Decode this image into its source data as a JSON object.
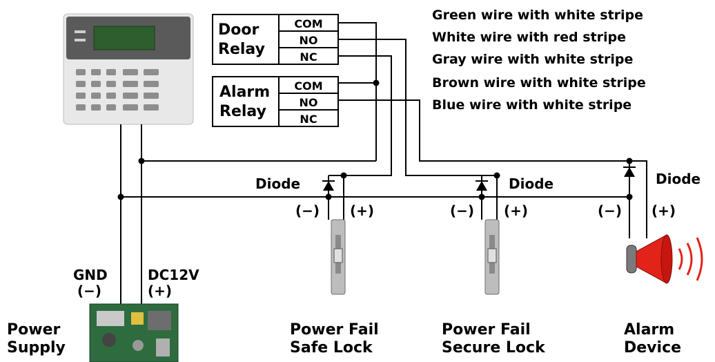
{
  "relays": {
    "door": {
      "title_line1": "Door",
      "title_line2": "Relay",
      "com": "COM",
      "no": "NO",
      "nc": "NC"
    },
    "alarm": {
      "title_line1": "Alarm",
      "title_line2": "Relay",
      "com": "COM",
      "no": "NO",
      "nc": "NC"
    }
  },
  "legend": [
    "Green wire with white stripe",
    "White wire with red stripe",
    "Gray wire with white stripe",
    "Brown wire with white stripe",
    "Blue wire with white stripe"
  ],
  "diode_labels": {
    "safe": "Diode",
    "secure": "Diode",
    "alarm": "Diode"
  },
  "polarity": {
    "minus": "(−)",
    "plus": "(+)"
  },
  "power_terminals": {
    "gnd": "GND",
    "gnd_sign": "(−)",
    "dc": "DC12V",
    "dc_sign": "(+)"
  },
  "devices": {
    "power_supply": {
      "line1": "Power",
      "line2": "Supply"
    },
    "safe_lock": {
      "line1": "Power Fail",
      "line2": "Safe Lock"
    },
    "secure_lock": {
      "line1": "Power Fail",
      "line2": "Secure Lock"
    },
    "alarm": {
      "line1": "Alarm",
      "line2": "Device"
    }
  }
}
